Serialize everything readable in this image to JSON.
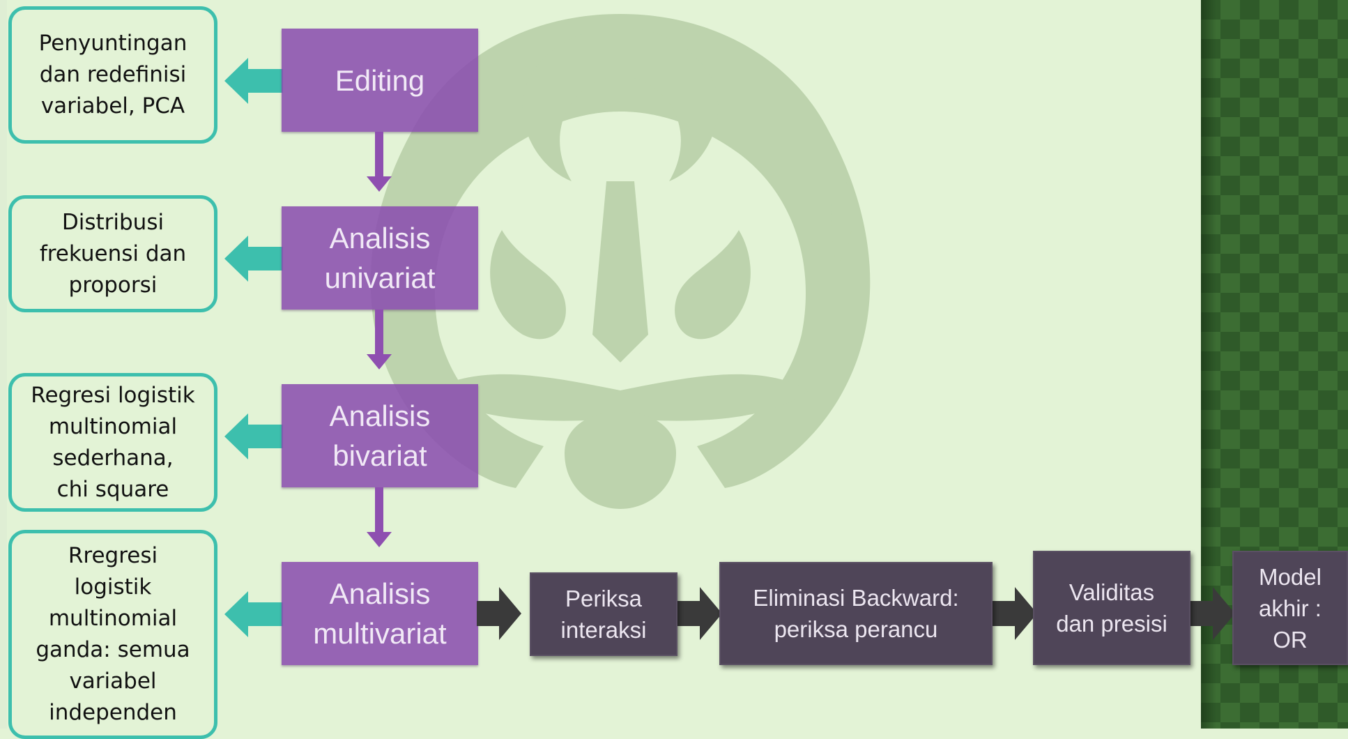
{
  "colors": {
    "background": "#e3f3d6",
    "callout_border": "#3dbfad",
    "callout_arrow": "#3dbfad",
    "step_box": "#894caf",
    "step_arrow": "#8e4fb0",
    "process_box": "#4f4558",
    "process_arrow": "#3a3a3a",
    "right_panel": "#2f5a29"
  },
  "steps": [
    {
      "label": "Editing",
      "description": "Penyuntingan\ndan redefinisi\nvariabel, PCA"
    },
    {
      "label": "Analisis\nunivariat",
      "description": "Distribusi\nfrekuensi dan\nproporsi"
    },
    {
      "label": "Analisis\nbivariat",
      "description": "Regresi logistik\nmultinomial\nsederhana,\nchi square"
    },
    {
      "label": "Analisis\nmultivariat",
      "description": "Rregresi\nlogistik\nmultinomial\nganda: semua\nvariabel\nindependen"
    }
  ],
  "multivariate_process": [
    {
      "label": "Periksa\ninteraksi"
    },
    {
      "label": "Eliminasi Backward:\nperiksa perancu"
    },
    {
      "label": "Validitas\ndan presisi"
    },
    {
      "label": "Model\nakhir :\nOR"
    }
  ]
}
